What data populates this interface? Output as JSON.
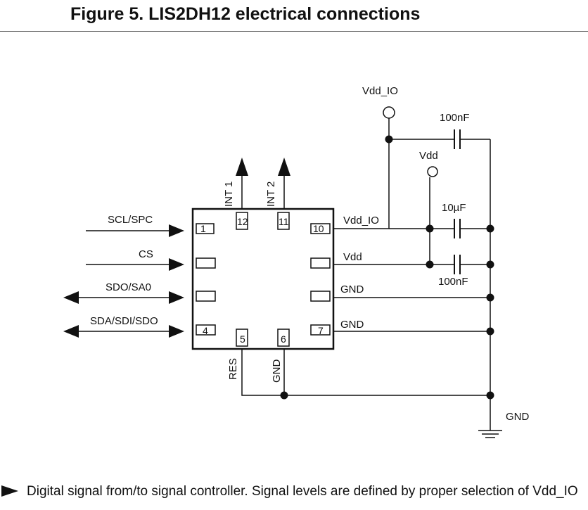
{
  "figure": {
    "title": "Figure 5. LIS2DH12 electrical connections"
  },
  "signals": {
    "scl_spc": "SCL/SPC",
    "cs": "CS",
    "sdo_sa0": "SDO/SA0",
    "sda_sdi_sdo": "SDA/SDI/SDO",
    "int1": "INT 1",
    "int2": "INT 2",
    "res": "RES",
    "gnd_pin6": "GND"
  },
  "pins": {
    "p1": "1",
    "p4": "4",
    "p5": "5",
    "p6": "6",
    "p7": "7",
    "p10": "10",
    "p11": "11",
    "p12": "12"
  },
  "right_side": {
    "vdd_io_pin": "Vdd_IO",
    "vdd_pin": "Vdd",
    "gnd_pin8": "GND",
    "gnd_pin7": "GND"
  },
  "supply": {
    "vdd_io": "Vdd_IO",
    "vdd": "Vdd",
    "gnd": "GND"
  },
  "components": {
    "cap_top": "100nF",
    "cap_mid": "10µF",
    "cap_bot": "100nF"
  },
  "note": {
    "text": "Digital signal from/to signal controller. Signal levels are defined by proper selection of Vdd_IO"
  }
}
